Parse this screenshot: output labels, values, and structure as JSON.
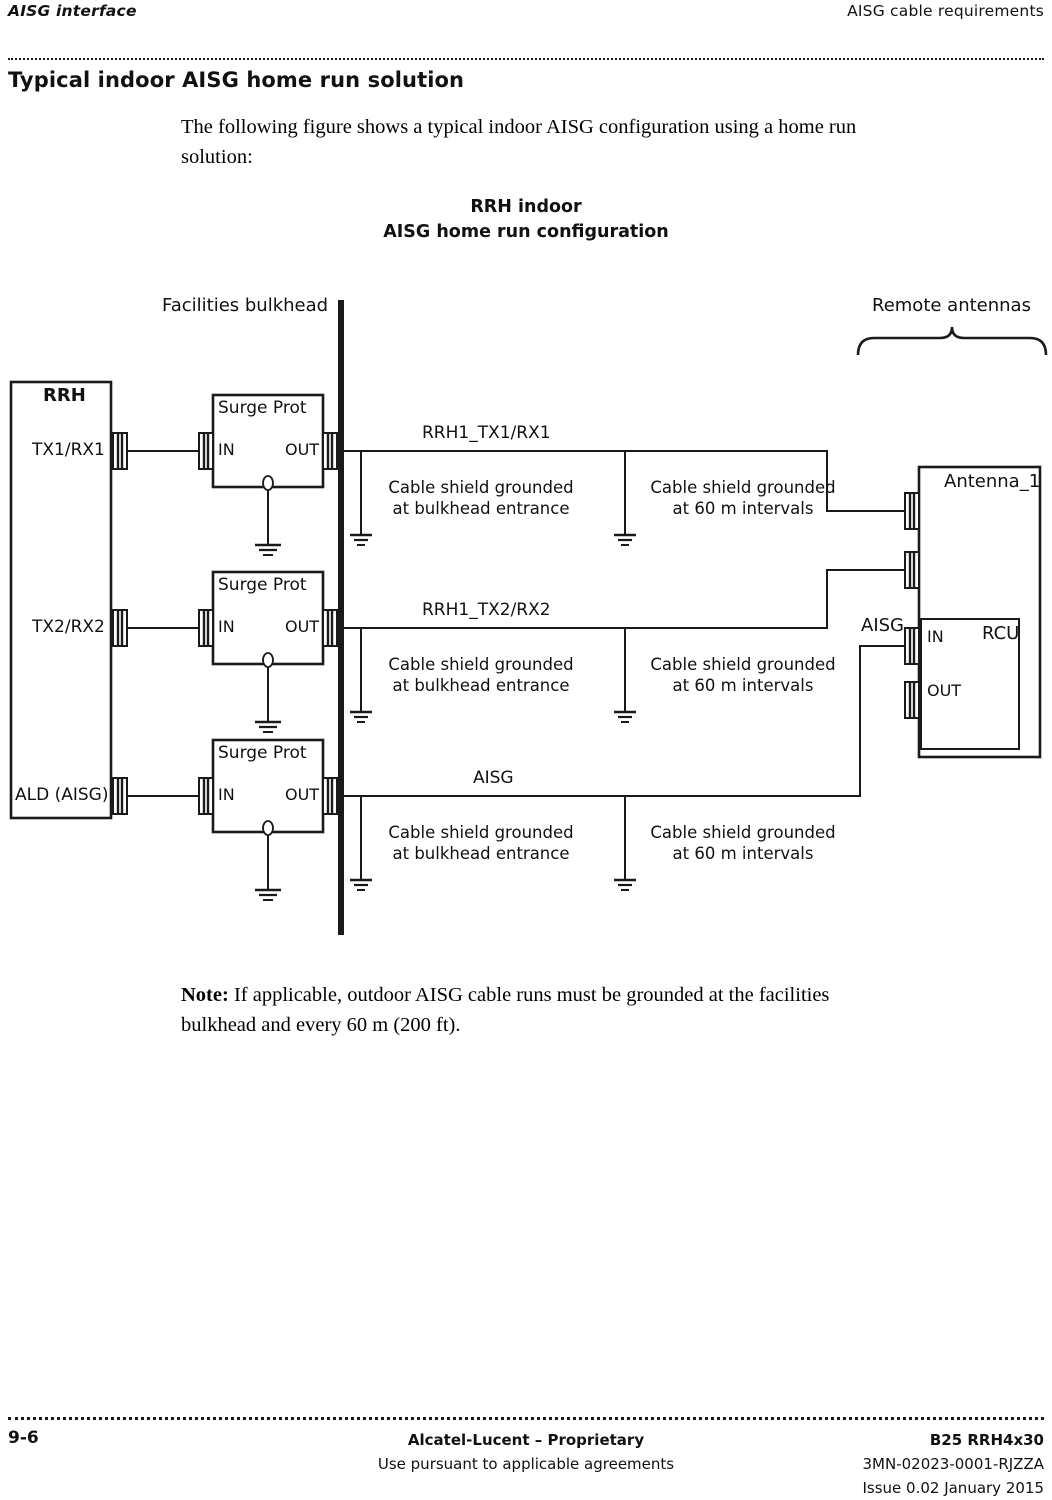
{
  "runhead": {
    "left": "AISG interface",
    "right": "AISG cable requirements"
  },
  "section": {
    "title": "Typical indoor AISG home run solution",
    "intro": "The following figure shows a typical indoor AISG configuration using a home run solution:"
  },
  "figure": {
    "title_line1": "RRH indoor",
    "title_line2": "AISG home run configuration",
    "bulkhead_label": "Facilities bulkhead",
    "remote_antennas_label": "Remote antennas",
    "rrh": {
      "title": "RRH",
      "ports": [
        "TX1/RX1",
        "TX2/RX2",
        "ALD (AISG)"
      ]
    },
    "surge_protectors": [
      {
        "title": "Surge Prot",
        "in": "IN",
        "out": "OUT"
      },
      {
        "title": "Surge Prot",
        "in": "IN",
        "out": "OUT"
      },
      {
        "title": "Surge Prot",
        "in": "IN",
        "out": "OUT"
      }
    ],
    "cable_labels": [
      "RRH1_TX1/RX1",
      "RRH1_TX2/RX2",
      "AISG"
    ],
    "ground_notes_bulkhead": [
      "Cable shield grounded at bulkhead entrance",
      "Cable shield grounded at bulkhead entrance",
      "Cable shield grounded at bulkhead entrance"
    ],
    "ground_notes_interval": [
      "Cable shield grounded at 60 m intervals",
      "Cable shield grounded at 60 m intervals",
      "Cable shield grounded at 60 m intervals"
    ],
    "antenna": {
      "title": "Antenna_1",
      "aisg_label": "AISG",
      "rcu": {
        "title": "RCU",
        "in": "IN",
        "out": "OUT"
      }
    }
  },
  "note": {
    "label": "Note:",
    "text": " If applicable, outdoor AISG cable runs must be grounded at the facilities bulkhead and every 60 m (200 ft)."
  },
  "footer": {
    "page": "9-6",
    "center_line1": "Alcatel-Lucent – Proprietary",
    "center_line2": "Use pursuant to applicable agreements",
    "right_line1": "B25 RRH4x30",
    "right_line2": "3MN-02023-0001-RJZZA",
    "right_line3": "Issue 0.02    January 2015"
  }
}
